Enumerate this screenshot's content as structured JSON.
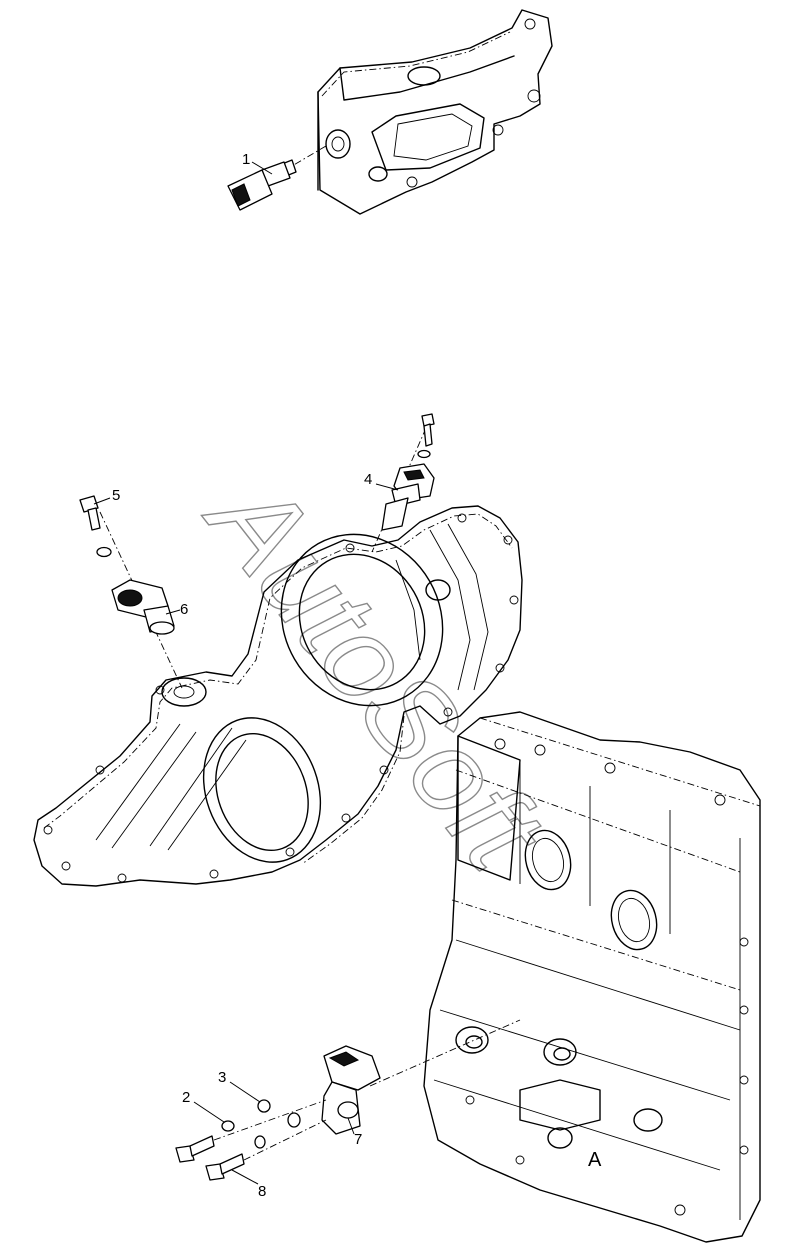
{
  "watermark": "AutoSoft",
  "callouts": [
    {
      "id": "1",
      "label": "1"
    },
    {
      "id": "2",
      "label": "2"
    },
    {
      "id": "3",
      "label": "3"
    },
    {
      "id": "4",
      "label": "4"
    },
    {
      "id": "5",
      "label": "5"
    },
    {
      "id": "6",
      "label": "6"
    },
    {
      "id": "7",
      "label": "7"
    },
    {
      "id": "8",
      "label": "8"
    }
  ],
  "block_marking": "A"
}
